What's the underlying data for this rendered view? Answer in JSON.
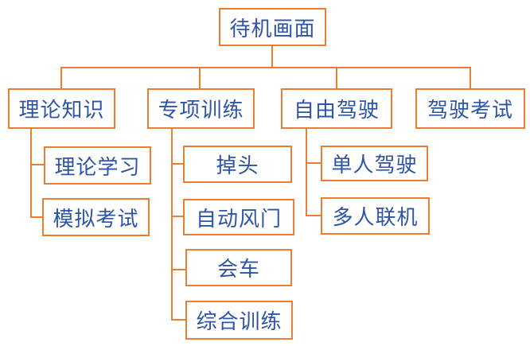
{
  "diagram": {
    "type": "tree",
    "colors": {
      "box_border": "#ED7D31",
      "connector": "#ED7D31",
      "text": "#2E55A5",
      "background": "#FFFFFF"
    },
    "root": {
      "label": "待机画面"
    },
    "branches": [
      {
        "label": "理论知识",
        "children": [
          {
            "label": "理论学习"
          },
          {
            "label": "模拟考试"
          }
        ]
      },
      {
        "label": "专项训练",
        "children": [
          {
            "label": "掉头"
          },
          {
            "label": "自动风门"
          },
          {
            "label": "会车"
          },
          {
            "label": "综合训练"
          }
        ]
      },
      {
        "label": "自由驾驶",
        "children": [
          {
            "label": "单人驾驶"
          },
          {
            "label": "多人联机"
          }
        ]
      },
      {
        "label": "驾驶考试",
        "children": []
      }
    ]
  }
}
